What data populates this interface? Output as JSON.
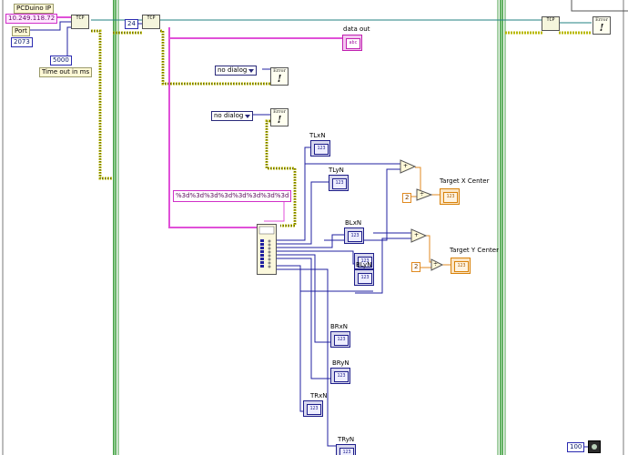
{
  "colors": {
    "frame": "#48a048",
    "wire_string": "#e050d8",
    "wire_error": "#b8b800",
    "wire_numeric": "#2020a0",
    "wire_refnum": "#208080",
    "wire_orange": "#e08a20"
  },
  "controls": {
    "ip_label": "PCDuino IP",
    "ip_value": "10.249.118.72",
    "port_label": "Port",
    "port_value": "2073",
    "timeout_value": "5000",
    "timeout_label": "Time out in ms",
    "bytes_value": "24"
  },
  "indicators": {
    "data_out_label": "data out",
    "data_out_glyph": "abc",
    "tlxn": "TLxN",
    "tlyn": "TLyN",
    "blxn": "BLxN",
    "blyn": "BLyN",
    "brxn": "BRxN",
    "bryn": "BRyN",
    "trxn": "TRxN",
    "tryn": "TRyN",
    "target_x": "Target X Center",
    "target_y": "Target Y Center",
    "num_glyph": "123"
  },
  "rings": {
    "dialog1": "no dialog",
    "dialog2": "no dialog"
  },
  "format_string": "%3d%3d%3d%3d%3d%3d%3d%3d",
  "constants": {
    "two_a": "2",
    "two_b": "2",
    "wait_ms": "100"
  },
  "icons": {
    "tcp_open": "tcp-open-icon",
    "tcp_read": "tcp-read-icon",
    "tcp_close": "tcp-close-icon",
    "error_handler": "simple-error-handler-icon",
    "scan": "scan-from-string-icon",
    "add": "add-icon",
    "divide": "divide-icon",
    "wait": "wait-ms-icon"
  },
  "node_text": {
    "tcp": "TCP",
    "error": "Error",
    "error_glyph": "!",
    "plus": "+",
    "div": "÷"
  }
}
